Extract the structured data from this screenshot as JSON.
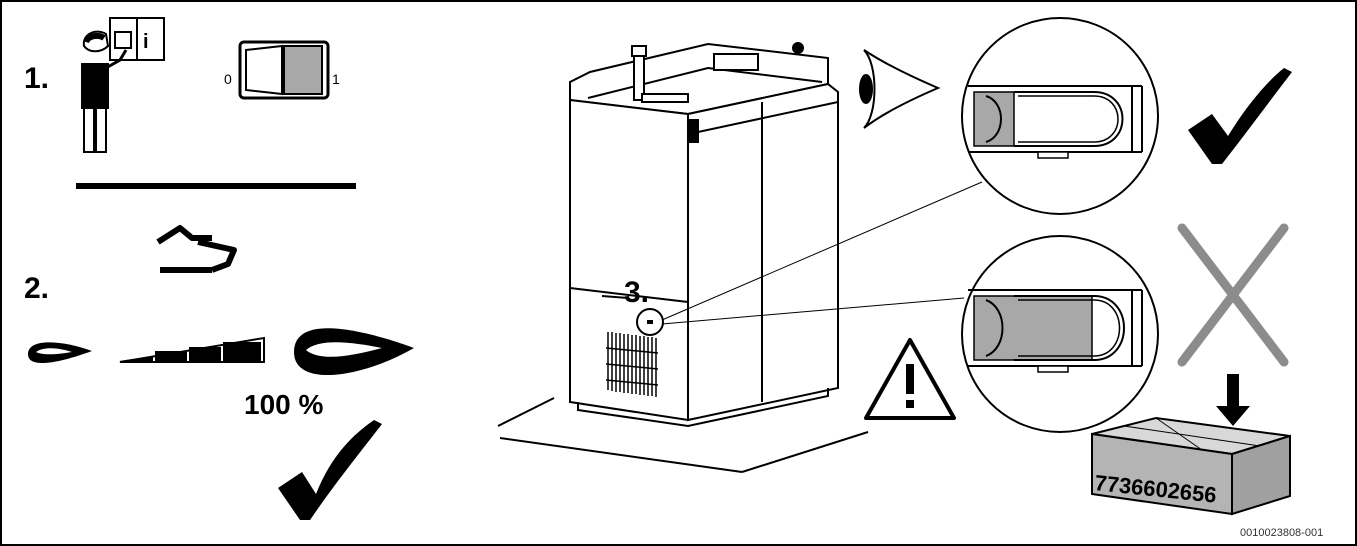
{
  "steps": {
    "step1": "1.",
    "step2": "2.",
    "step3": "3."
  },
  "switch": {
    "off_label": "0",
    "on_label": "1"
  },
  "info_icon_glyph": "i",
  "power_level": "100 %",
  "product_number": "7736602656",
  "document_code": "0010023808-001",
  "icons": [
    "operator-reading-manual-icon",
    "main-switch-icon",
    "pointing-hand-icon",
    "small-flame-icon",
    "power-ramp-icon",
    "large-flame-icon",
    "checkmark-icon",
    "boiler-illustration",
    "eye-icon",
    "warning-triangle-icon",
    "cross-icon",
    "down-arrow-icon",
    "spare-part-box-icon"
  ],
  "colors": {
    "line": "#000000",
    "mark_gray": "#8c8c8c",
    "fill_gray": "#a8a8a8",
    "box_gray": "#b4b4b4"
  }
}
